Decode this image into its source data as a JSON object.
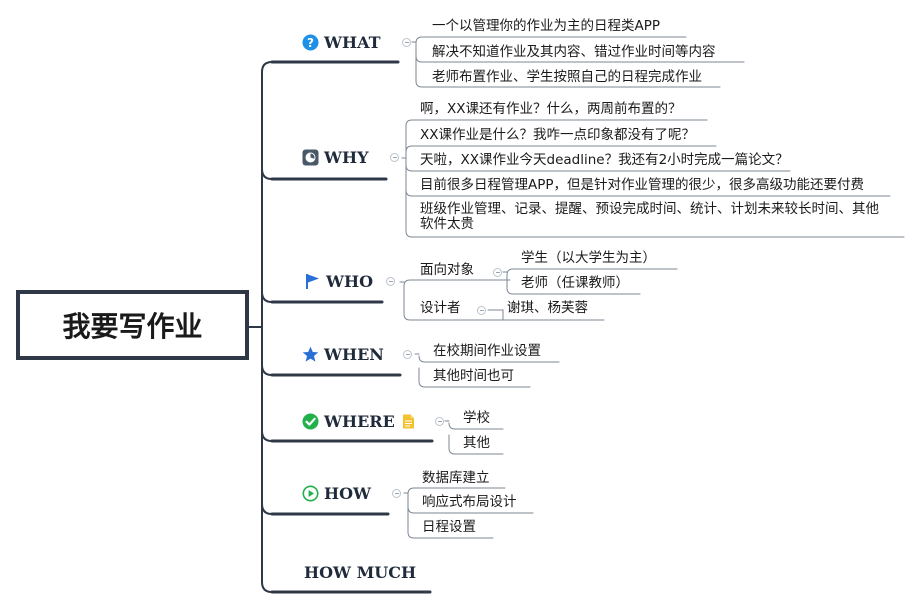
{
  "root": {
    "label": "我要写作业"
  },
  "branches": [
    {
      "label": "WHAT",
      "icon": "question-mark-icon",
      "items": [
        "一个以管理你的作业为主的日程类APP",
        "解决不知道作业及其内容、错过作业时间等内容",
        "老师布置作业、学生按照自己的日程完成作业"
      ]
    },
    {
      "label": "WHY",
      "icon": "clock-icon",
      "items": [
        "啊，XX课还有作业？什么，两周前布置的？",
        "XX课作业是什么？我咋一点印象都没有了呢？",
        "天啦，XX课作业今天deadline？我还有2小时完成一篇论文？",
        "目前很多日程管理APP，但是针对作业管理的很少，很多高级功能还要付费",
        "班级作业管理、记录、提醒、预设完成时间、统计、计划未来较长时间、其他软件太贵"
      ]
    },
    {
      "label": "WHO",
      "icon": "flag-icon",
      "groups": [
        {
          "label": "面向对象",
          "items": [
            "学生（以大学生为主）",
            "老师（任课教师）"
          ]
        },
        {
          "label": "设计者",
          "items": [
            "谢琪、杨芙蓉"
          ]
        }
      ]
    },
    {
      "label": "WHEN",
      "icon": "star-icon",
      "items": [
        "在校期间作业设置",
        "其他时间也可"
      ]
    },
    {
      "label": "WHERE",
      "icon": "check-circle-icon",
      "note_icon": "note-icon",
      "items": [
        "学校",
        "其他"
      ]
    },
    {
      "label": "HOW",
      "icon": "play-circle-icon",
      "items": [
        "数据库建立",
        "响应式布局设计",
        "日程设置"
      ]
    },
    {
      "label": "HOW MUCH"
    }
  ],
  "colors": {
    "line": "#2e3846",
    "connector": "#7c8794",
    "question": "#1e90e8",
    "flag": "#2a6fd6",
    "star": "#2a6fd6",
    "check": "#22b04b",
    "play": "#22b04b",
    "note": "#f2c230"
  }
}
